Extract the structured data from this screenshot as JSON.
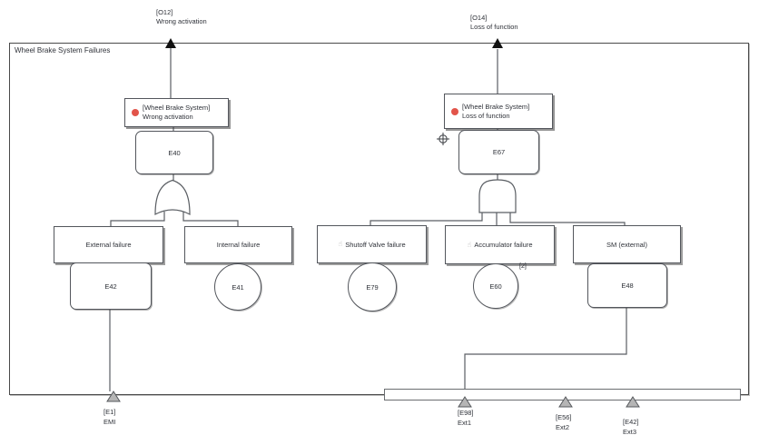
{
  "frame": {
    "title": "Wheel Brake System Failures"
  },
  "outputs": {
    "o12": {
      "id": "[O12]",
      "name": "Wrong activation"
    },
    "o14": {
      "id": "[O14]",
      "name": "Loss of function"
    }
  },
  "left": {
    "root": {
      "line1": "[Wheel Brake System]",
      "line2": "Wrong activation",
      "event_id": "E40",
      "gate_type": "OR"
    },
    "children": [
      {
        "label": "External failure",
        "event_id": "E42"
      },
      {
        "label": "Internal failure",
        "event_id": "E41"
      }
    ]
  },
  "right": {
    "root": {
      "line1": "[Wheel Brake System]",
      "line2": "Loss of function",
      "event_id": "E67",
      "gate_type": "AND"
    },
    "children": [
      {
        "label": "Shutoff Valve failure",
        "event_id": "E79"
      },
      {
        "label": "Accumulator failure",
        "event_id": "E60",
        "count_badge": "[2]"
      },
      {
        "label": "SM (external)",
        "event_id": "E48"
      }
    ]
  },
  "externals": [
    {
      "id": "[E1]",
      "name": "EMI"
    },
    {
      "id": "[E98]",
      "name": "Ext1"
    },
    {
      "id": "[E56]",
      "name": "Ext2"
    },
    {
      "id": "[E42]",
      "name": "Ext3"
    }
  ],
  "icons": {
    "marker": "☝"
  },
  "colors": {
    "alert_dot": "#e2544a",
    "line": "#5a5e63",
    "triangle_fill": "#b5b5b5"
  }
}
